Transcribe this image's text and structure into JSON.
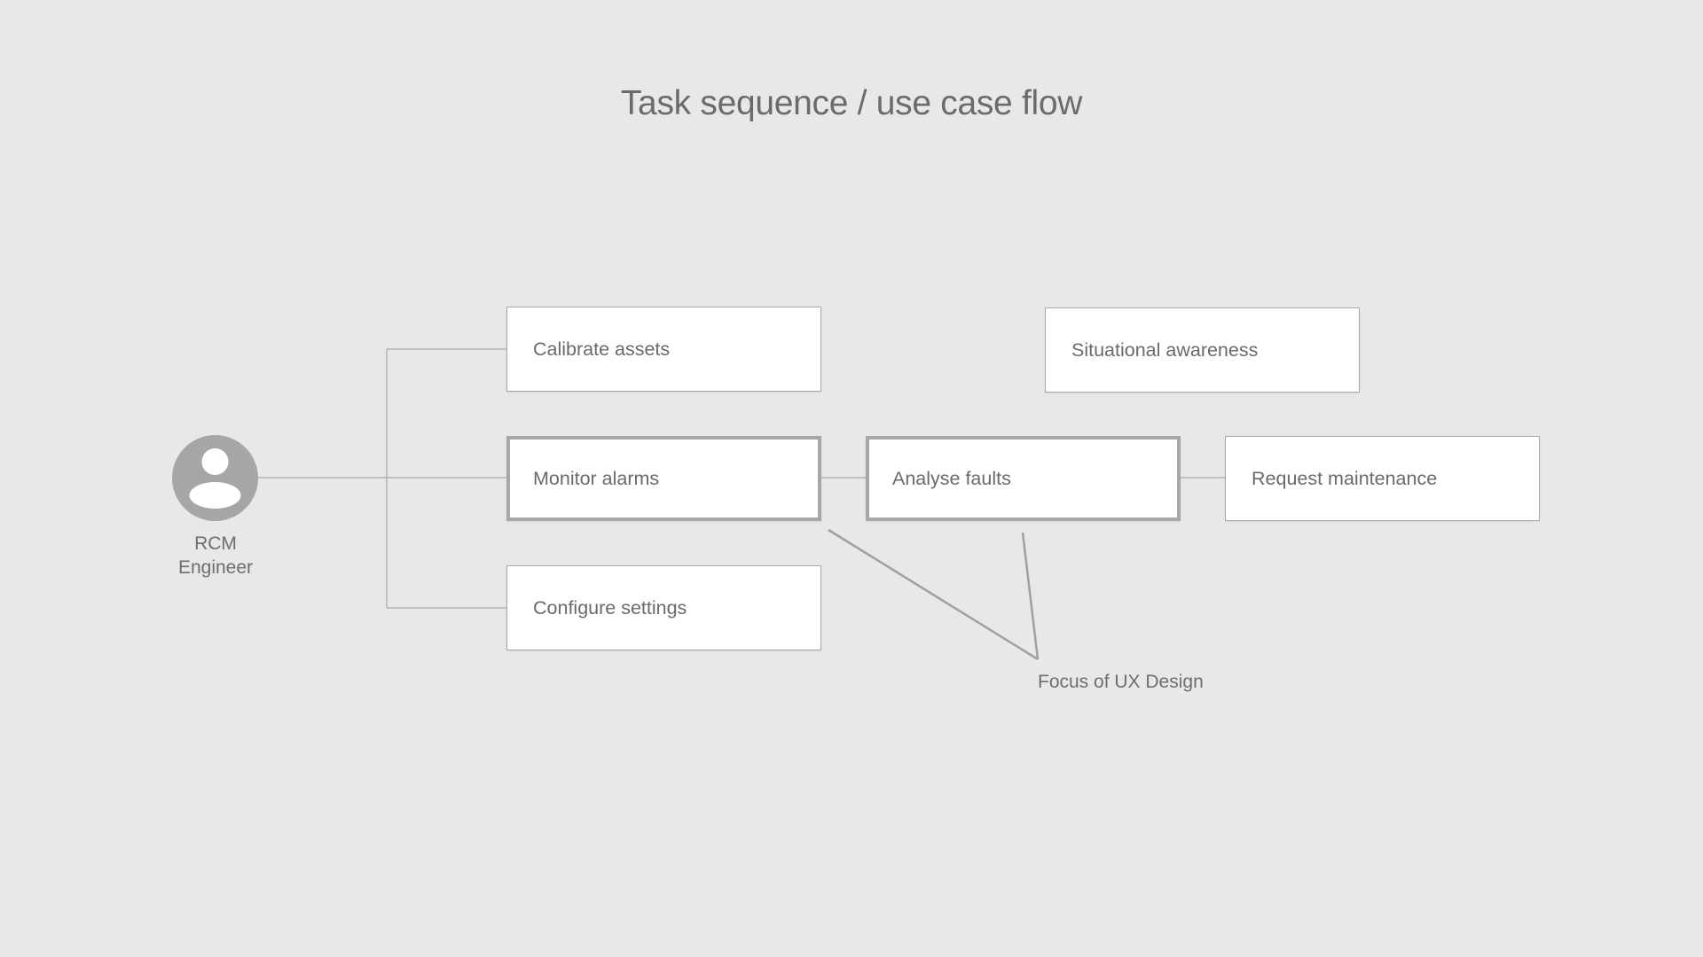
{
  "title": "Task sequence / use case flow",
  "actor": {
    "icon": "user-avatar-icon",
    "label_line1": "RCM",
    "label_line2": "Engineer"
  },
  "tasks": {
    "calibrate": "Calibrate assets",
    "monitor": "Monitor alarms",
    "configure": "Configure settings",
    "analyse": "Analyse faults",
    "situational": "Situational awareness",
    "request": "Request maintenance"
  },
  "annotation": "Focus of UX Design",
  "colors": {
    "background": "#e8e8e8",
    "box_fill": "#ffffff",
    "border": "#a7a7a7",
    "connector": "#a0a0a0",
    "text": "#6e6e6e"
  }
}
